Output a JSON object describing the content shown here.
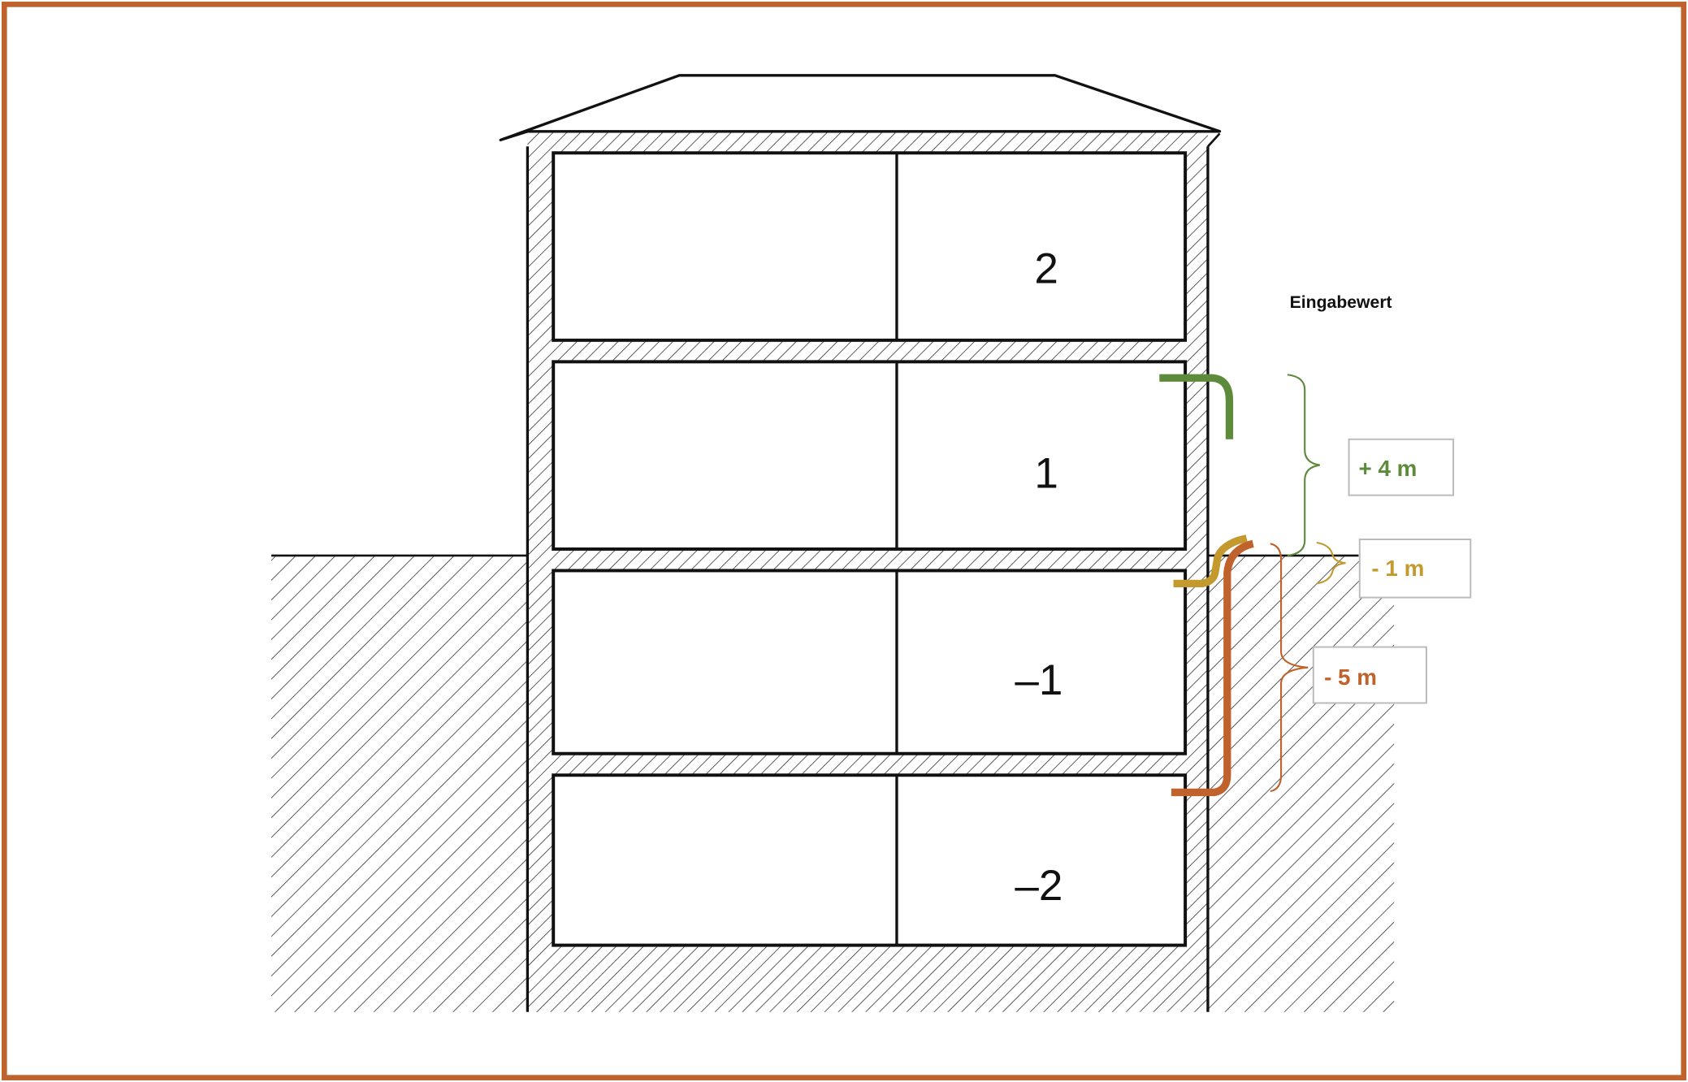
{
  "header": {
    "title": "Eingabewert"
  },
  "floors": {
    "f2": "2",
    "f1": "1",
    "fm1": "–1",
    "fm2": "–2"
  },
  "values": {
    "plus4": {
      "label": "+ 4 m",
      "color": "#5E8A3C"
    },
    "minus1": {
      "label": "- 1 m",
      "color": "#C49A2E"
    },
    "minus5": {
      "label": "- 5 m",
      "color": "#C0622B"
    }
  },
  "frame_color": "#C0622B"
}
